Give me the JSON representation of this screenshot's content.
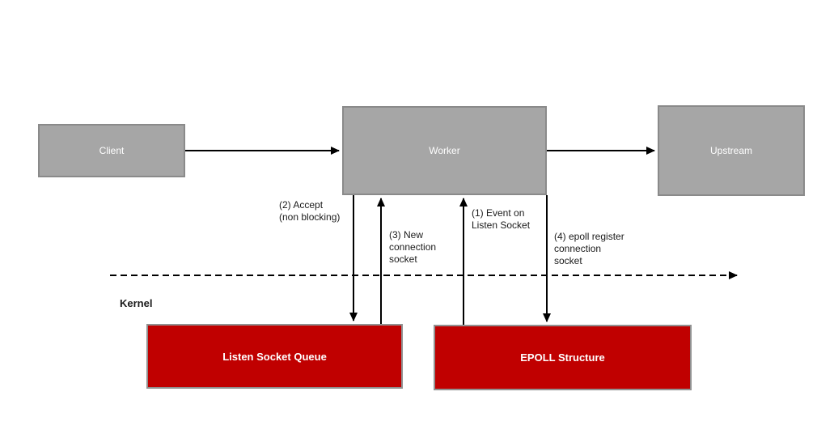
{
  "diagram": {
    "boxes": {
      "client": {
        "label": "Client"
      },
      "worker": {
        "label": "Worker"
      },
      "upstream": {
        "label": "Upstream"
      },
      "listen_socket_queue": {
        "label": "Listen Socket Queue"
      },
      "epoll_structure": {
        "label": "EPOLL Structure"
      }
    },
    "annotations": {
      "event_on_listen": {
        "lines": [
          "(1) Event on",
          "Listen Socket"
        ]
      },
      "accept": {
        "lines": [
          "(2) Accept",
          "(non blocking)"
        ]
      },
      "new_connection": {
        "lines": [
          "(3) New",
          "connection",
          "socket"
        ]
      },
      "epoll_register": {
        "lines": [
          "(4) epoll register",
          "connection",
          "socket"
        ]
      },
      "kernel": {
        "label": "Kernel"
      }
    },
    "colors": {
      "gray_fill": "#a6a6a6",
      "gray_border": "#8a8a8a",
      "red_fill": "#c00000",
      "red_border": "#919191",
      "arrow": "#000000",
      "label_text": "#1a1a1a",
      "box_text": "#ffffff",
      "background": "#ffffff"
    }
  }
}
